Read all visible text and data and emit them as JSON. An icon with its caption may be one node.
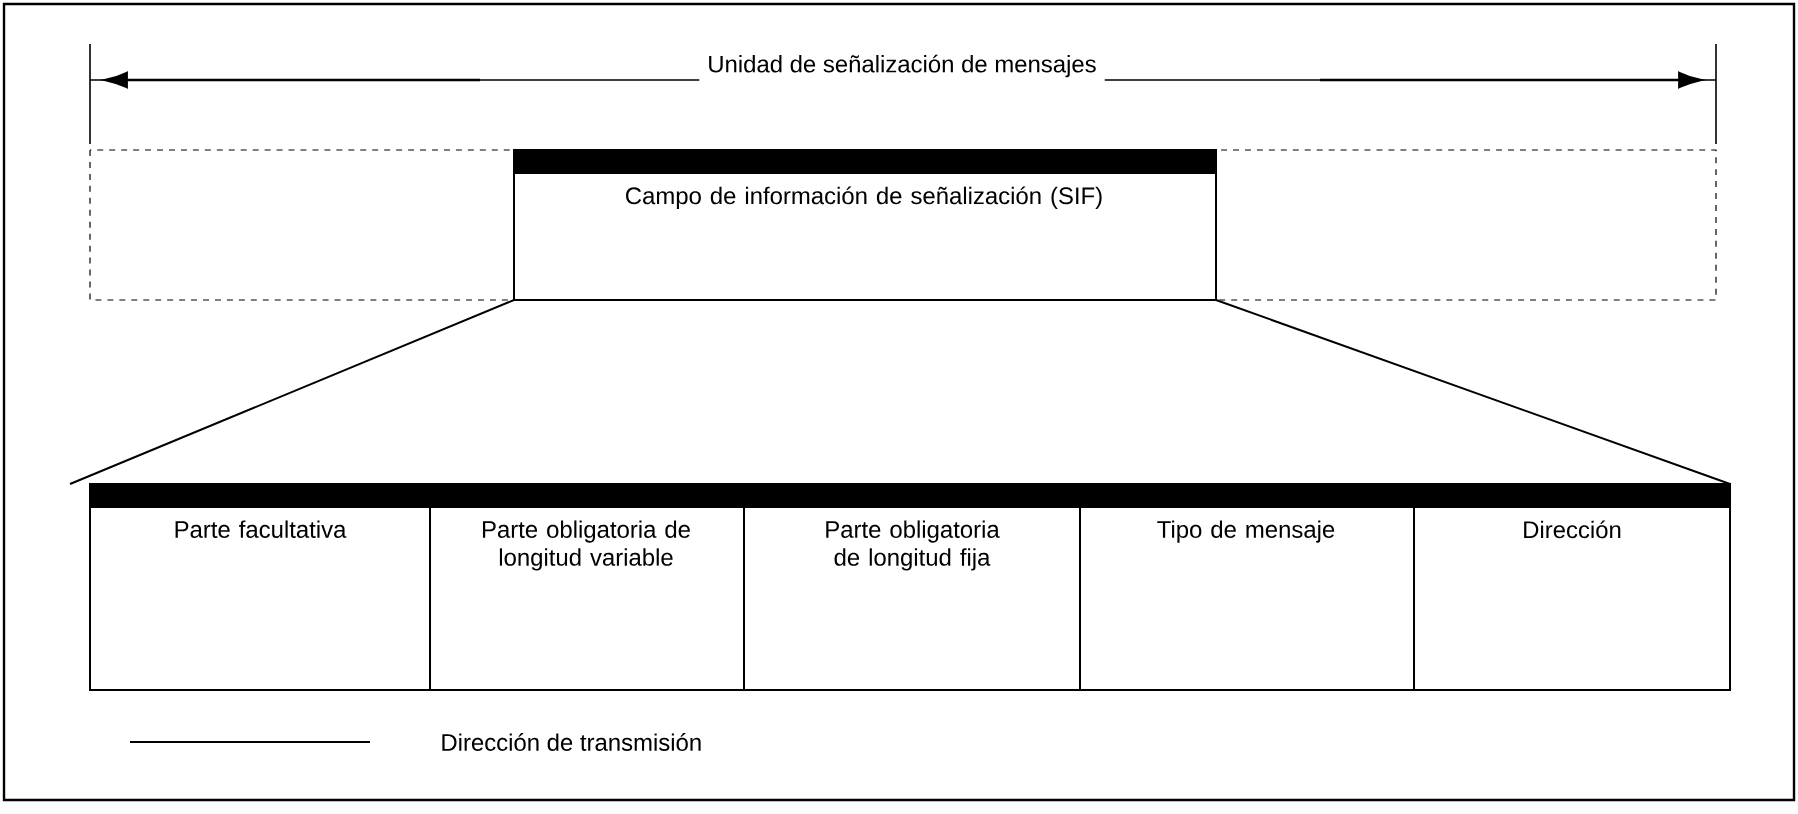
{
  "diagram": {
    "nodes": [
      {
        "text": [
          "Campo de información de señalización (SIF)"
        ]
      },
      {
        "text": [
          "Parte facultativa"
        ]
      },
      {
        "text": [
          "Parte obligatoria de longitud variable"
        ]
      },
      {
        "text": [
          "Parte obligatoria de longitud fija"
        ]
      },
      {
        "text": [
          "Tipo de mensaje"
        ]
      },
      {
        "text": [
          "Dirección"
        ]
      }
    ],
    "edges": [
      {
        "from": 0,
        "to": 1,
        "arrow": "none"
      },
      {
        "from": 0,
        "to": 5,
        "arrow": "none"
      }
    ],
    "labels": [
      "Unidad de señalización de mensajes"
    ],
    "legend": [
      {
        "text": "Dirección de transmisión"
      }
    ]
  }
}
